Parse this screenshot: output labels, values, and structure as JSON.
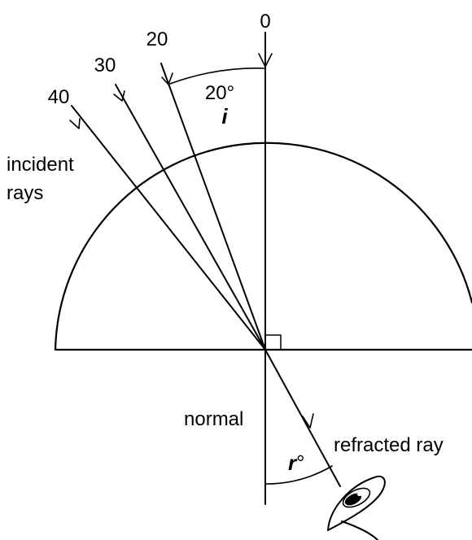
{
  "ray_labels": {
    "r0": "0",
    "r20": "20",
    "r30": "30",
    "r40": "40"
  },
  "angle_label": {
    "value": "20°",
    "symbol": "i"
  },
  "incident_label": {
    "line1": "incident",
    "line2": "rays"
  },
  "normal_label": "normal",
  "refracted_label": "refracted ray",
  "refracted_angle": {
    "symbol": "r",
    "degree": "°"
  },
  "icons": [
    "eye-icon",
    "right-angle-marker"
  ],
  "colors": {
    "ink": "#000000",
    "background": "#ffffff"
  }
}
